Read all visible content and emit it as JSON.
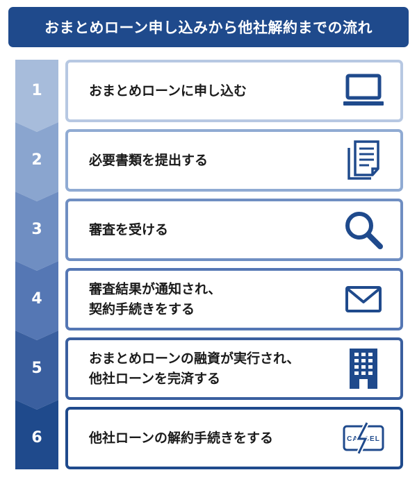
{
  "title": "おまとめローン申し込みから他社解約までの流れ",
  "steps": [
    {
      "number": "1",
      "lines": [
        "おまとめローンに申し込む"
      ],
      "icon": "laptop-icon",
      "color": "#a7bcdb",
      "border": "#b7c8e2"
    },
    {
      "number": "2",
      "lines": [
        "必要書類を提出する"
      ],
      "icon": "documents-icon",
      "color": "#8aa5cf",
      "border": "#90abd3"
    },
    {
      "number": "3",
      "lines": [
        "審査を受ける"
      ],
      "icon": "search-icon",
      "color": "#6f8ec2",
      "border": "#6f8ec2"
    },
    {
      "number": "4",
      "lines": [
        "審査結果が通知され、",
        "契約手続きをする"
      ],
      "icon": "envelope-icon",
      "color": "#5577b4",
      "border": "#5577b4"
    },
    {
      "number": "5",
      "lines": [
        "おまとめローンの融資が実行され、",
        "他社ローンを完済する"
      ],
      "icon": "building-icon",
      "color": "#3a5f9f",
      "border": "#3a5f9f"
    },
    {
      "number": "6",
      "lines": [
        "他社ローンの解約手続きをする"
      ],
      "icon": "cancel-card-icon",
      "color": "#1f4a8c",
      "border": "#1f4a8c"
    }
  ],
  "icon_color": "#1f4a8c",
  "cancel_card_text": "CANCEL"
}
